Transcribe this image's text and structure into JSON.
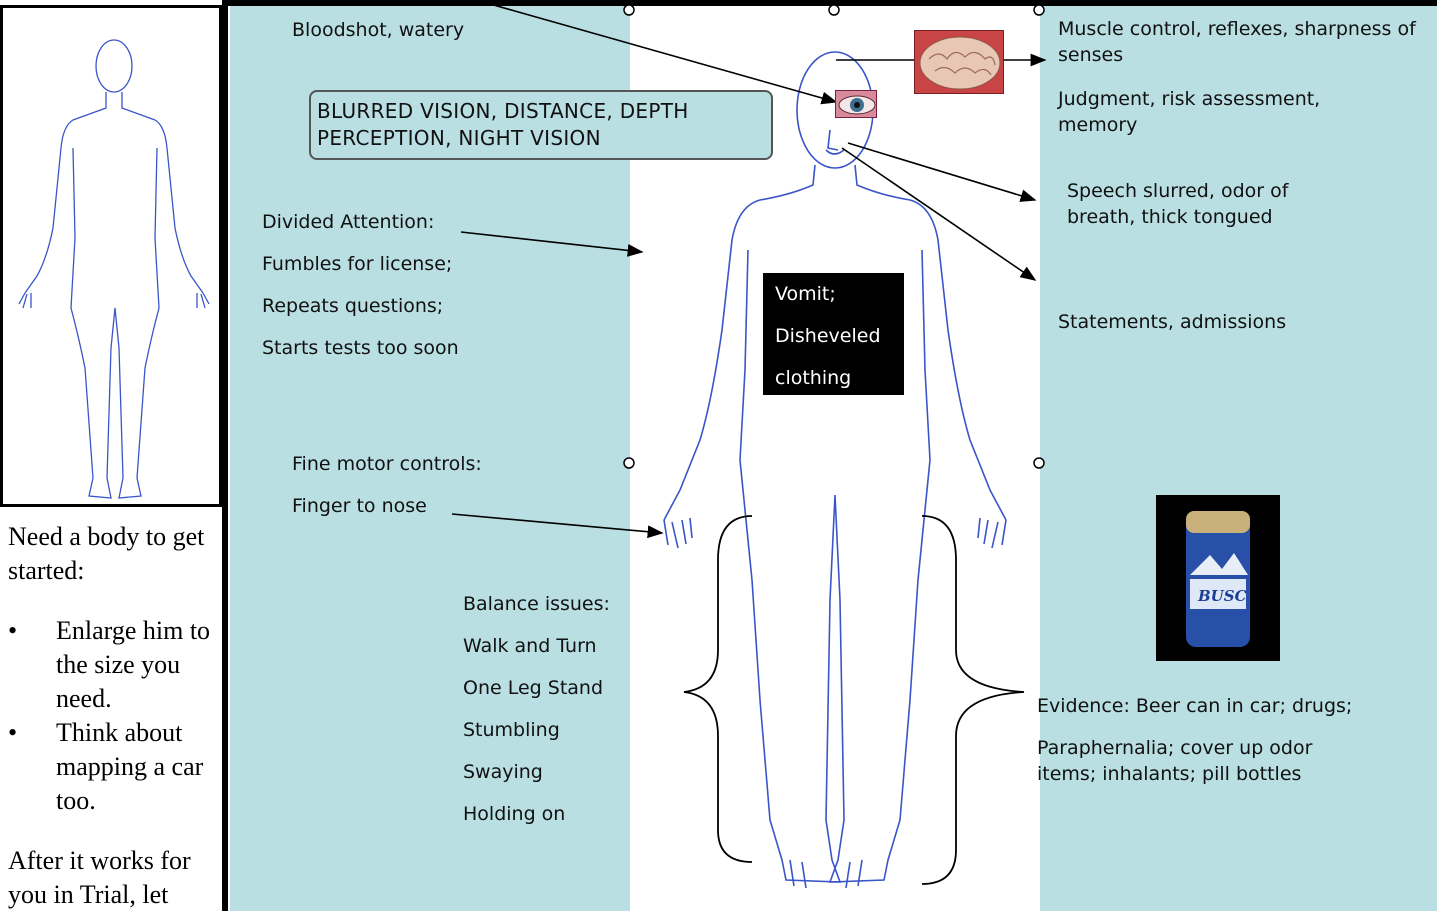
{
  "left_notes": {
    "intro": "Need a body to get started:",
    "bullets": [
      "Enlarge him to the size you need.",
      "Think about mapping a car too."
    ],
    "outro": "After it works for you in Trial, let"
  },
  "labels": {
    "bloodshot": "Bloodshot, watery",
    "vision": "BLURRED VISION, DISTANCE, DEPTH PERCEPTION, NIGHT VISION",
    "divided": [
      "Divided Attention:",
      "Fumbles for license;",
      "Repeats questions;",
      "Starts tests too soon"
    ],
    "fine_motor": [
      "Fine motor controls:",
      "Finger to nose"
    ],
    "balance": [
      "Balance issues:",
      "Walk and Turn",
      "One Leg Stand",
      "Stumbling",
      "Swaying",
      "Holding on"
    ],
    "vomit": [
      "Vomit;",
      "Disheveled",
      "clothing"
    ],
    "muscle": "Muscle control, reflexes, sharpness of senses",
    "judgment": "Judgment, risk assessment, memory",
    "speech": "Speech slurred, odor of breath, thick tongued",
    "statements": "Statements, admissions",
    "evidence": "Evidence: Beer can in car; drugs;",
    "paraphernalia": "Paraphernalia; cover up odor items; inhalants; pill bottles"
  },
  "images": {
    "brain": "brain-photo",
    "eye": "eye-photo",
    "beer_can": "beer-can-photo",
    "beer_can_text": "BUSC"
  },
  "colors": {
    "band": "#b9dfe3",
    "outline": "#3a55c8",
    "black": "#000000"
  }
}
